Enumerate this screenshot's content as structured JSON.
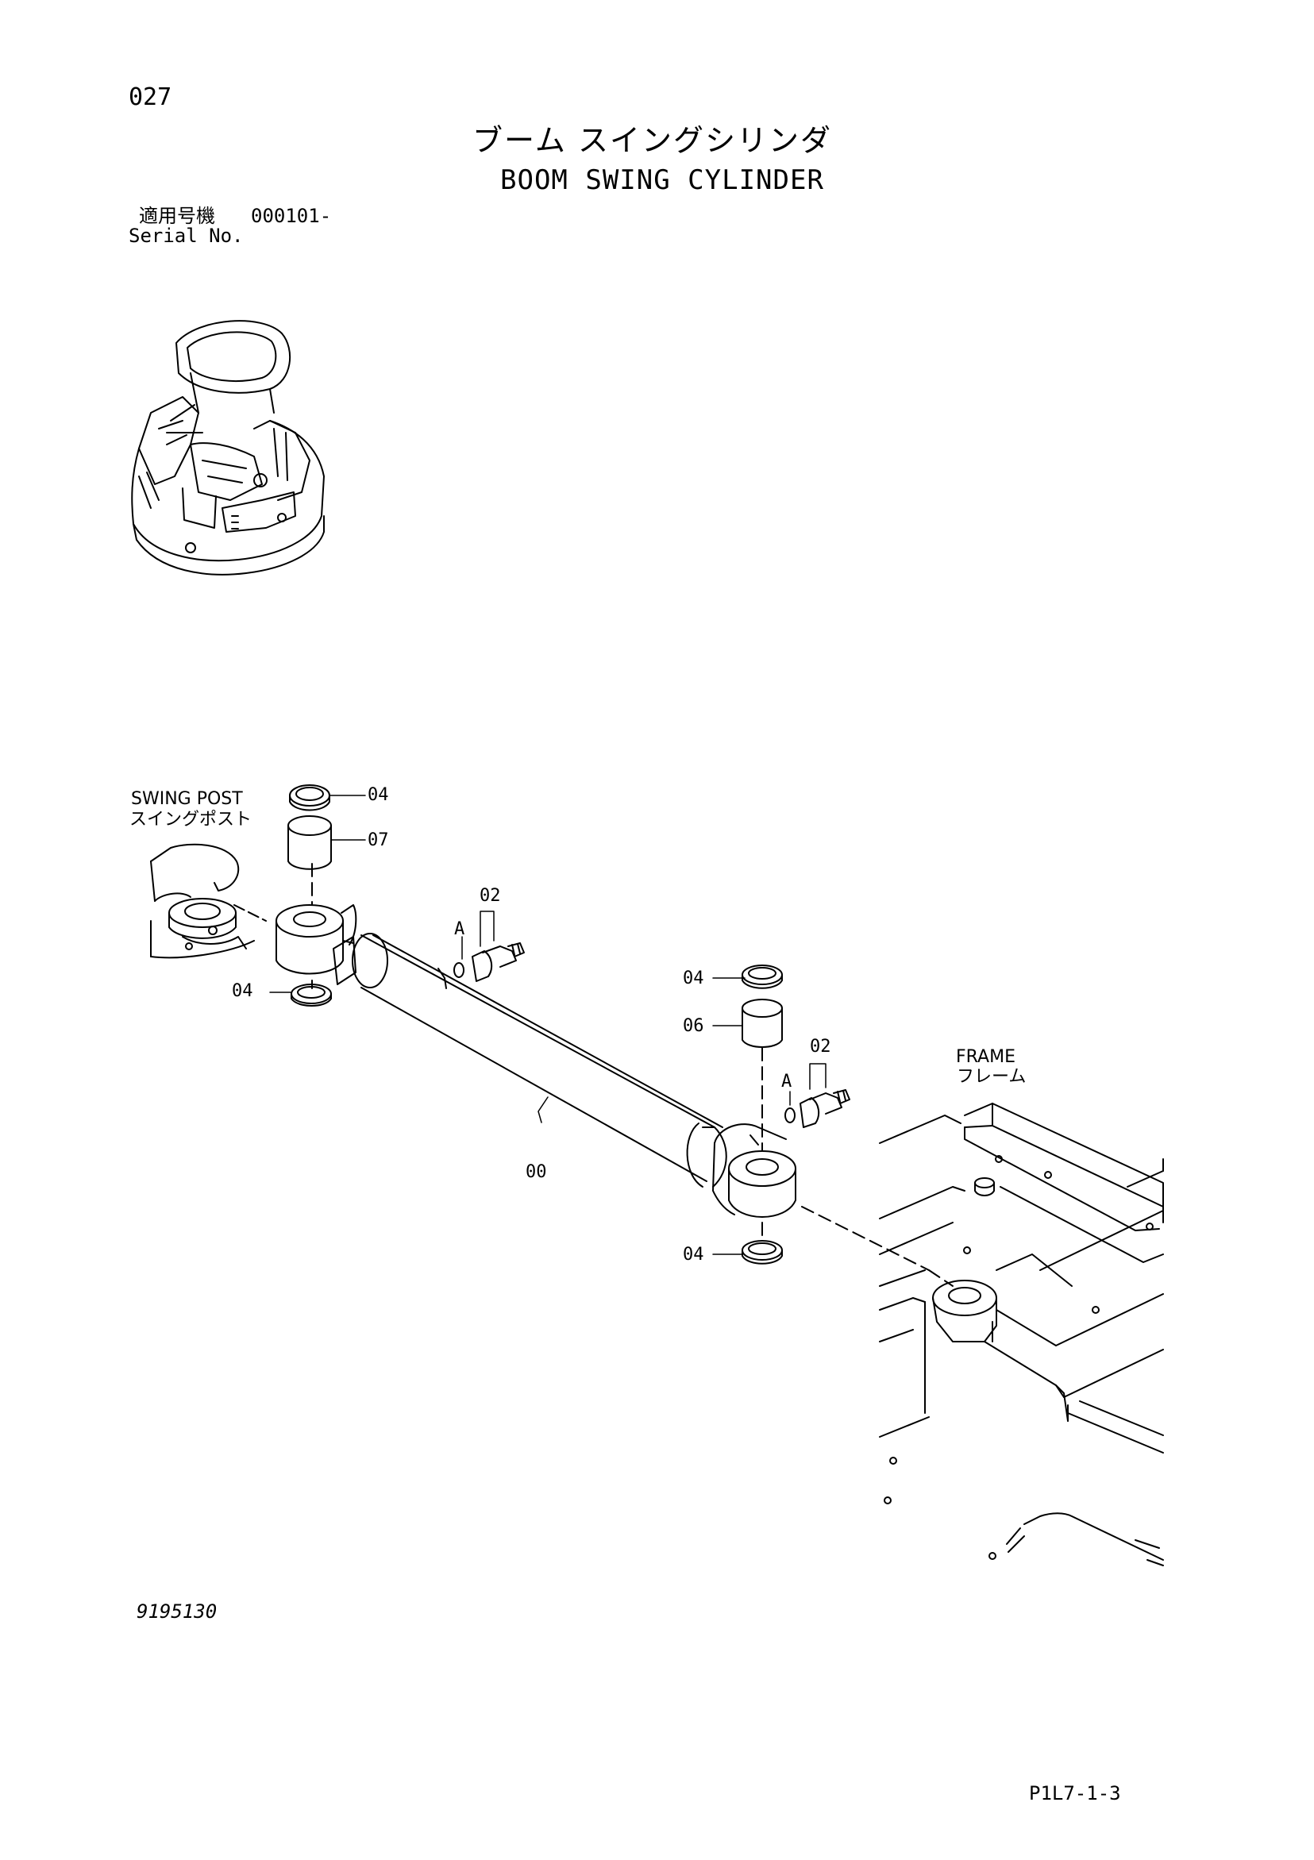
{
  "header": {
    "page_number": "027",
    "title_jp": "ブーム スイングシリンダ",
    "title_en": "BOOM SWING CYLINDER",
    "serial_label_jp": "適用号機",
    "serial_range": "000101-",
    "serial_label_en": "Serial No."
  },
  "labels": {
    "swing_post_en": "SWING POST",
    "swing_post_jp": "スイングポスト",
    "frame_en": "FRAME",
    "frame_jp": "フレーム"
  },
  "callouts": {
    "c04_top": "04",
    "c07": "07",
    "c02_left": "02",
    "a_left": "A",
    "c04_left_bottom": "04",
    "c04_right_top": "04",
    "c06": "06",
    "c02_right": "02",
    "a_right": "A",
    "c00": "00",
    "c04_right_bottom": "04"
  },
  "footer": {
    "drawing_number": "9195130",
    "page_code": "P1L7-1-3"
  }
}
